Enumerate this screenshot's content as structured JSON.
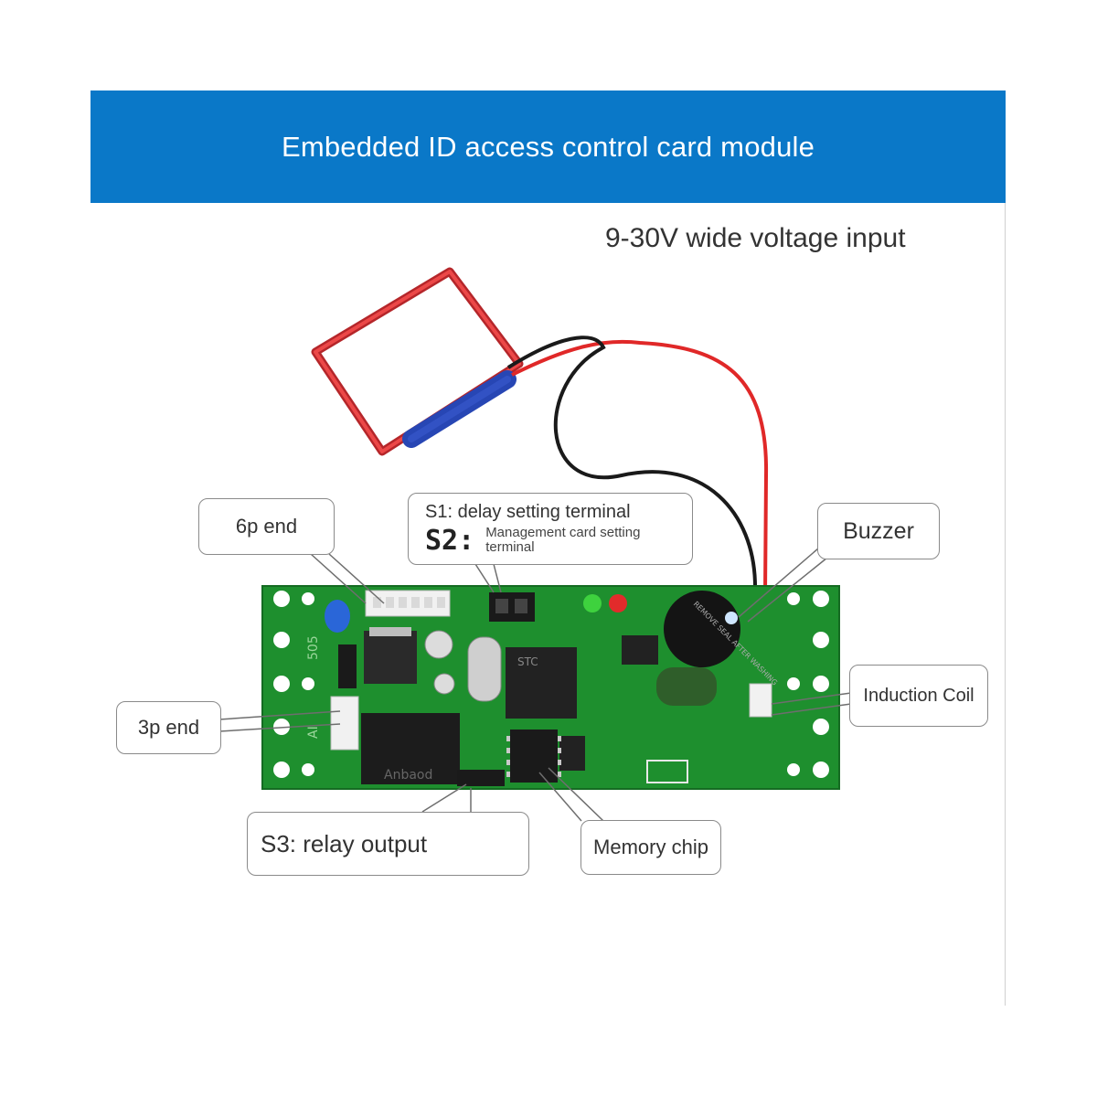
{
  "title": "Embedded ID access control card module",
  "subtitle": "9-30V wide voltage input",
  "callouts": {
    "p6": "6p end",
    "s1": "S1: delay setting terminal",
    "s2_code": "S2:",
    "s2_text": "Management card setting terminal",
    "buzzer": "Buzzer",
    "p3": "3p end",
    "coil": "Induction Coil",
    "s3": "S3: relay output",
    "memory": "Memory chip"
  },
  "board": {
    "silk_505": "505",
    "silk_ai": "AI",
    "relay_brand": "Anbaod",
    "buzzer_print": "REMOVE SEAL AFTER WASHING",
    "mcu_print": "STC"
  },
  "colors": {
    "banner": "#0a78c8",
    "pcb": "#1e8f2e",
    "coil": "#e23c3c",
    "sleeve": "#2746b4"
  }
}
